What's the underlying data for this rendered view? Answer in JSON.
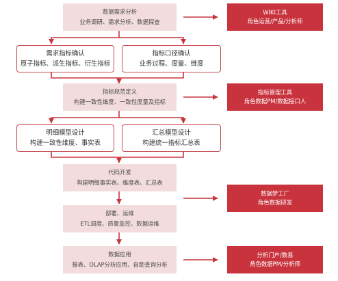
{
  "steps": [
    {
      "title": "数据需求分析",
      "detail": "业务调研、需求分析、数据探查"
    },
    {
      "title": "指标规范定义",
      "detail": "构建一致性维度、一致性度量及指标"
    },
    {
      "title": "代码开发",
      "detail": "构建明细事实表、维度表、汇总表"
    },
    {
      "title": "部署、运维",
      "detail": "ETL调度、质量监控、数据运维"
    },
    {
      "title": "数据应用",
      "detail": "报表、OLAP分析应用、自助查询分析"
    }
  ],
  "branches": {
    "row1": [
      {
        "title": "需求指标确认",
        "detail": "原子指标、派生指标、衍生指标"
      },
      {
        "title": "指标口径确认",
        "detail": "业务过程、度量、维度"
      }
    ],
    "row2": [
      {
        "title": "明细模型设计",
        "detail": "构建一致性维度、事实表"
      },
      {
        "title": "汇总模型设计",
        "detail": "构建统一指标汇总表"
      }
    ]
  },
  "tools": [
    {
      "name": "WIKI工具",
      "roles": "角色运营/产品/分析师"
    },
    {
      "name": "指标管理工具",
      "roles": "角色数据PM/数据接口人"
    },
    {
      "name": "数据梦工厂",
      "roles": "角色数据研发"
    },
    {
      "name": "分析门户/数易",
      "roles": "角色数据PM/分析师"
    }
  ],
  "colors": {
    "accent": "#c8333d",
    "step_fill": "#f3dcde",
    "branch_border": "#c8474f"
  }
}
